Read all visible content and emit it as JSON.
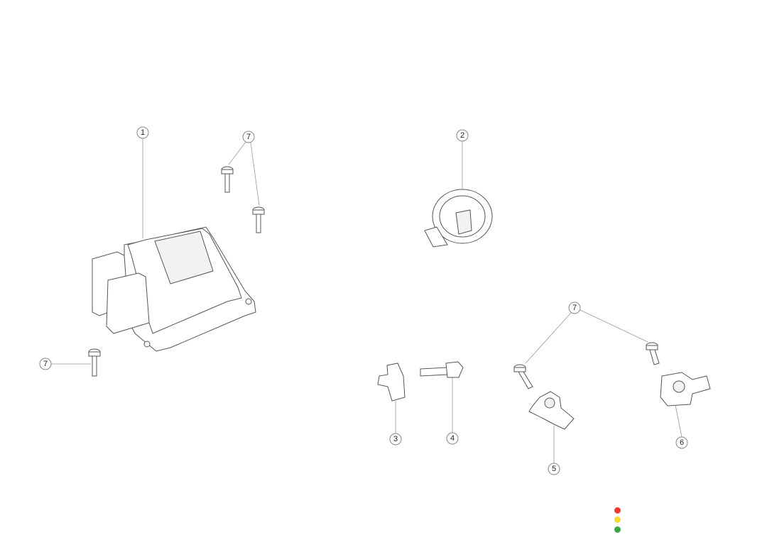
{
  "callouts": [
    {
      "label": "1",
      "part": "control-module"
    },
    {
      "label": "7",
      "part": "bolt"
    },
    {
      "label": "7",
      "part": "bolt"
    },
    {
      "label": "2",
      "part": "clock-spring"
    },
    {
      "label": "7",
      "part": "bolt"
    },
    {
      "label": "3",
      "part": "sensor"
    },
    {
      "label": "4",
      "part": "bolt-long"
    },
    {
      "label": "5",
      "part": "sensor"
    },
    {
      "label": "6",
      "part": "sensor"
    }
  ],
  "status_dots": [
    {
      "name": "red",
      "color": "#f03c32"
    },
    {
      "name": "yellow",
      "color": "#f7d836"
    },
    {
      "name": "green",
      "color": "#3aa845"
    }
  ]
}
